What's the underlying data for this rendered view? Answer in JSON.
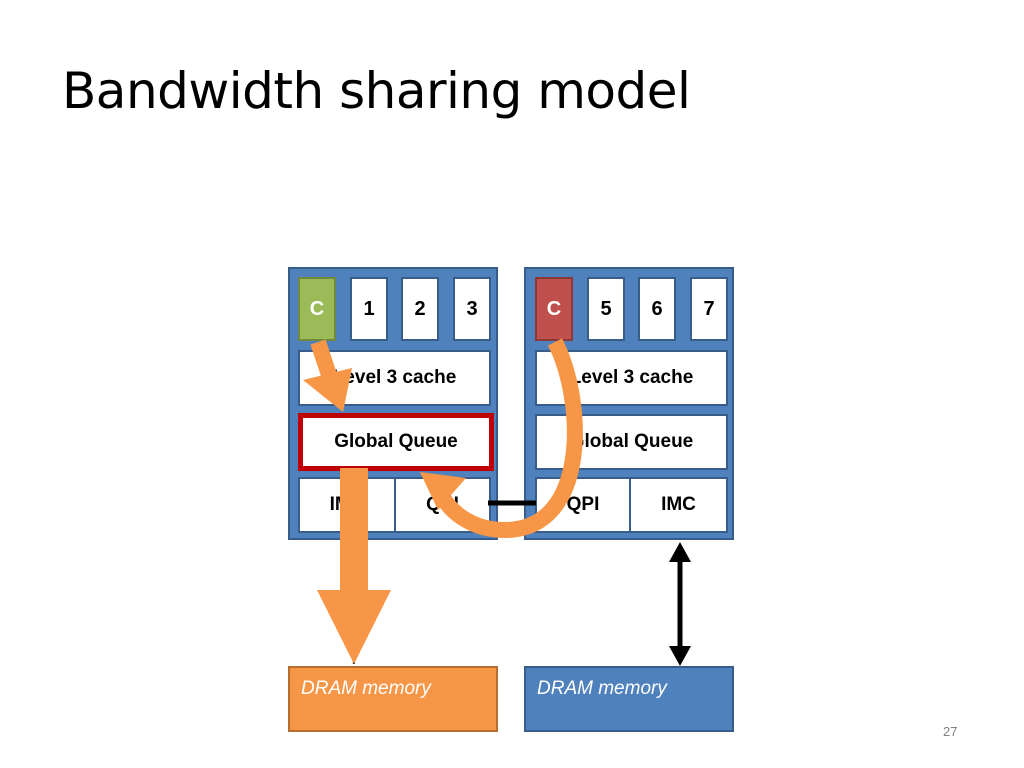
{
  "title": "Bandwidth sharing model",
  "slide_number": "27",
  "sockets": [
    {
      "cores": [
        "C",
        "1",
        "2",
        "3"
      ],
      "cache": "Level 3 cache",
      "queue": "Global Queue",
      "bottom": [
        "IMC",
        "QPI"
      ]
    },
    {
      "cores": [
        "C",
        "5",
        "6",
        "7"
      ],
      "cache": "Level 3 cache",
      "queue": "Global Queue",
      "bottom": [
        "QPI",
        "IMC"
      ]
    }
  ],
  "dram": [
    "DRAM memory",
    "DRAM memory"
  ],
  "colors": {
    "socket_fill": "#4f81bd",
    "socket_border": "#385d8a",
    "core_active_green": "#9bbb59",
    "core_active_red": "#c0504d",
    "queue_highlight": "#c00000",
    "arrow": "#f79646",
    "dram_orange": "#f79646",
    "dram_blue": "#4f81bd"
  }
}
